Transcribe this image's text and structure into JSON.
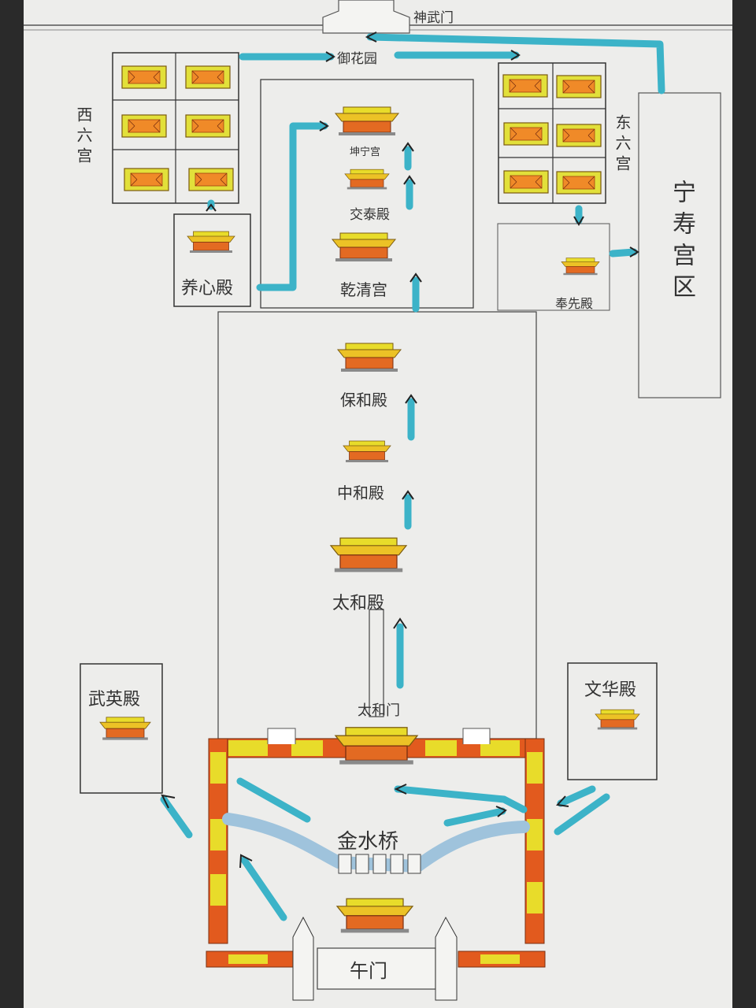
{
  "labels": {
    "shenwumen": "神武门",
    "yuhuayuan": "御花园",
    "xiliugong": "西六宫",
    "dongliugong": "东六宫",
    "ningshougongqu": "宁寿宫区",
    "yangxindian": "养心殿",
    "fengxiandian": "奉先殿",
    "kunninggong": "坤宁宫",
    "jiaotaidian": "交泰殿",
    "qianqinggong": "乾清宫",
    "baohedian": "保和殿",
    "zhonghedian": "中和殿",
    "taihedian": "太和殿",
    "taihemen": "太和门",
    "wuyingdian": "武英殿",
    "wenhuadian": "文华殿",
    "jinshuiqiao": "金水桥",
    "wumen": "午门"
  },
  "colors": {
    "paper": "#ededeb",
    "route_arrow": "#3cb3c8",
    "roof": "#e8dc2a",
    "wall": "#d9541e",
    "river": "#9fc3dc"
  }
}
